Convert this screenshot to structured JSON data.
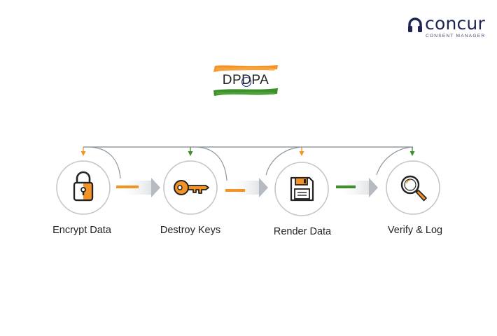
{
  "brand": {
    "name": "concur",
    "tagline": "CONSENT MANAGER",
    "icon": "headphones-logo-icon",
    "color": "#1f2456"
  },
  "badge": {
    "text": "DPDPA",
    "colors": {
      "saffron": "#f39325",
      "green": "#3d8f2a",
      "chakra": "#1c2f8a"
    }
  },
  "steps": [
    {
      "label": "Encrypt Data",
      "icon": "padlock-icon"
    },
    {
      "label": "Destroy Keys",
      "icon": "key-icon"
    },
    {
      "label": "Render Data",
      "icon": "floppy-disk-icon"
    },
    {
      "label": "Verify & Log",
      "icon": "magnifier-icon"
    }
  ],
  "colors": {
    "accent_orange": "#f39325",
    "accent_green": "#3d8f2a",
    "line": "#7e868e",
    "circle": "#c2c6ca"
  }
}
